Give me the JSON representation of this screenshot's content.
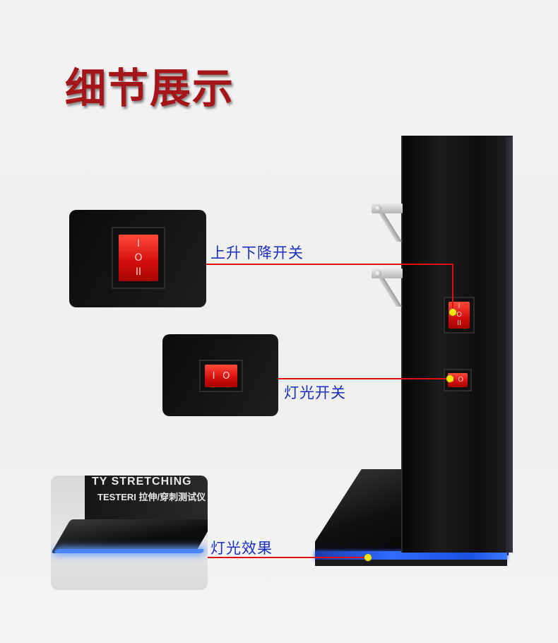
{
  "page": {
    "title": "细节展示",
    "title_color": "#a5161b",
    "accent_line_color": "#e01010",
    "label_color": "#1a2fc0",
    "marker_color": "#f3e600"
  },
  "callouts": [
    {
      "label": "上升下降开关"
    },
    {
      "label": "灯光开关"
    },
    {
      "label": "灯光效果"
    }
  ],
  "switch_marks": {
    "on": "I",
    "off": "O",
    "center": "II"
  },
  "thumbnail_3": {
    "line1": "TY STRETCHING",
    "line2": "TESTERI 拉伸/穿刺测试仪"
  }
}
